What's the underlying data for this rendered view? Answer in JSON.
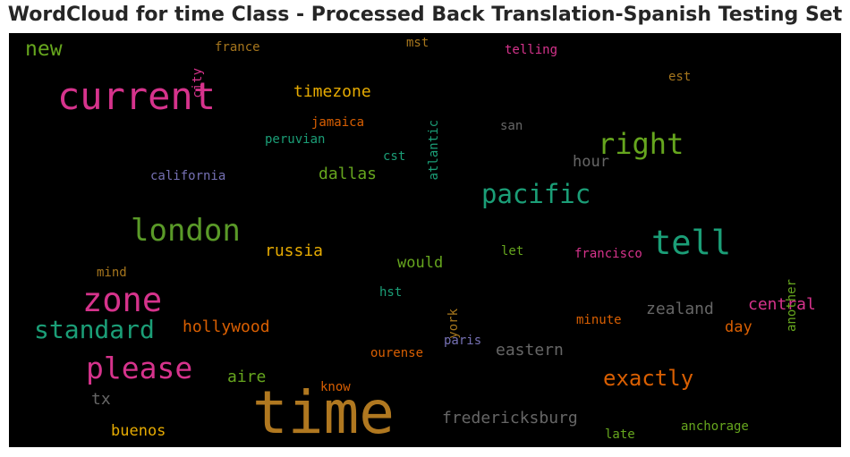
{
  "title": "WordCloud for time Class - Processed Back Translation-Spanish Testing Set",
  "chart_data": {
    "type": "wordcloud",
    "background": "#000000",
    "words": [
      {
        "text": "time",
        "color": "#b07820"
      },
      {
        "text": "current",
        "color": "#d6338c"
      },
      {
        "text": "zone",
        "color": "#d6338c"
      },
      {
        "text": "please",
        "color": "#d6338c"
      },
      {
        "text": "london",
        "color": "#5a9a28"
      },
      {
        "text": "standard",
        "color": "#1b9e77"
      },
      {
        "text": "tell",
        "color": "#1b9e77"
      },
      {
        "text": "right",
        "color": "#66a61e"
      },
      {
        "text": "pacific",
        "color": "#1b9e77"
      },
      {
        "text": "exactly",
        "color": "#d95f02"
      },
      {
        "text": "new",
        "color": "#66a61e"
      },
      {
        "text": "timezone",
        "color": "#e6ab02"
      },
      {
        "text": "russia",
        "color": "#e6ab02"
      },
      {
        "text": "dallas",
        "color": "#66a61e"
      },
      {
        "text": "hollywood",
        "color": "#d95f02"
      },
      {
        "text": "zealand",
        "color": "#666666"
      },
      {
        "text": "central",
        "color": "#d6338c"
      },
      {
        "text": "fredericksburg",
        "color": "#666666"
      },
      {
        "text": "eastern",
        "color": "#666666"
      },
      {
        "text": "buenos",
        "color": "#e6ab02"
      },
      {
        "text": "aire",
        "color": "#66a61e"
      },
      {
        "text": "would",
        "color": "#66a61e"
      },
      {
        "text": "hour",
        "color": "#666666"
      },
      {
        "text": "day",
        "color": "#d95f02"
      },
      {
        "text": "tx",
        "color": "#666666"
      },
      {
        "text": "california",
        "color": "#7570b3"
      },
      {
        "text": "jamaica",
        "color": "#d95f02"
      },
      {
        "text": "peruvian",
        "color": "#1b9e77"
      },
      {
        "text": "cst",
        "color": "#1b9e77"
      },
      {
        "text": "san",
        "color": "#666666"
      },
      {
        "text": "est",
        "color": "#a6761d"
      },
      {
        "text": "telling",
        "color": "#d6338c"
      },
      {
        "text": "mst",
        "color": "#a6761d"
      },
      {
        "text": "france",
        "color": "#a6761d"
      },
      {
        "text": "city",
        "color": "#d6338c"
      },
      {
        "text": "atlantic",
        "color": "#1b9e77"
      },
      {
        "text": "mind",
        "color": "#a6761d"
      },
      {
        "text": "let",
        "color": "#66a61e"
      },
      {
        "text": "francisco",
        "color": "#d6338c"
      },
      {
        "text": "another",
        "color": "#66a61e"
      },
      {
        "text": "hst",
        "color": "#1b9e77"
      },
      {
        "text": "york",
        "color": "#a6761d"
      },
      {
        "text": "minute",
        "color": "#d95f02"
      },
      {
        "text": "paris",
        "color": "#7570b3"
      },
      {
        "text": "ourense",
        "color": "#d95f02"
      },
      {
        "text": "know",
        "color": "#d95f02"
      },
      {
        "text": "late",
        "color": "#66a61e"
      },
      {
        "text": "anchorage",
        "color": "#66a61e"
      }
    ]
  }
}
